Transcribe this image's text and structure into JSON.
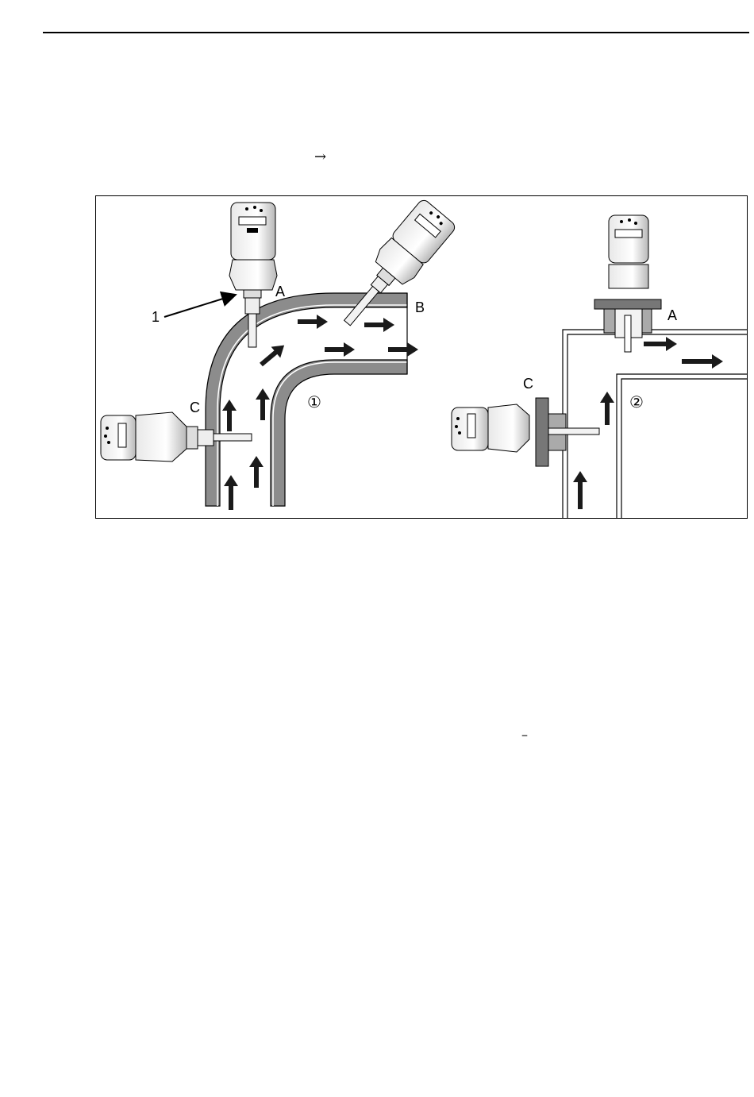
{
  "page": {
    "arrow_symbol": "→",
    "minus_symbol": "–"
  },
  "figure": {
    "label_1": "1",
    "label_a_left": "A",
    "label_b": "B",
    "label_c_left": "C",
    "label_circle_1": "①",
    "label_a_right": "A",
    "label_c_right": "C",
    "label_circle_2": "②"
  }
}
